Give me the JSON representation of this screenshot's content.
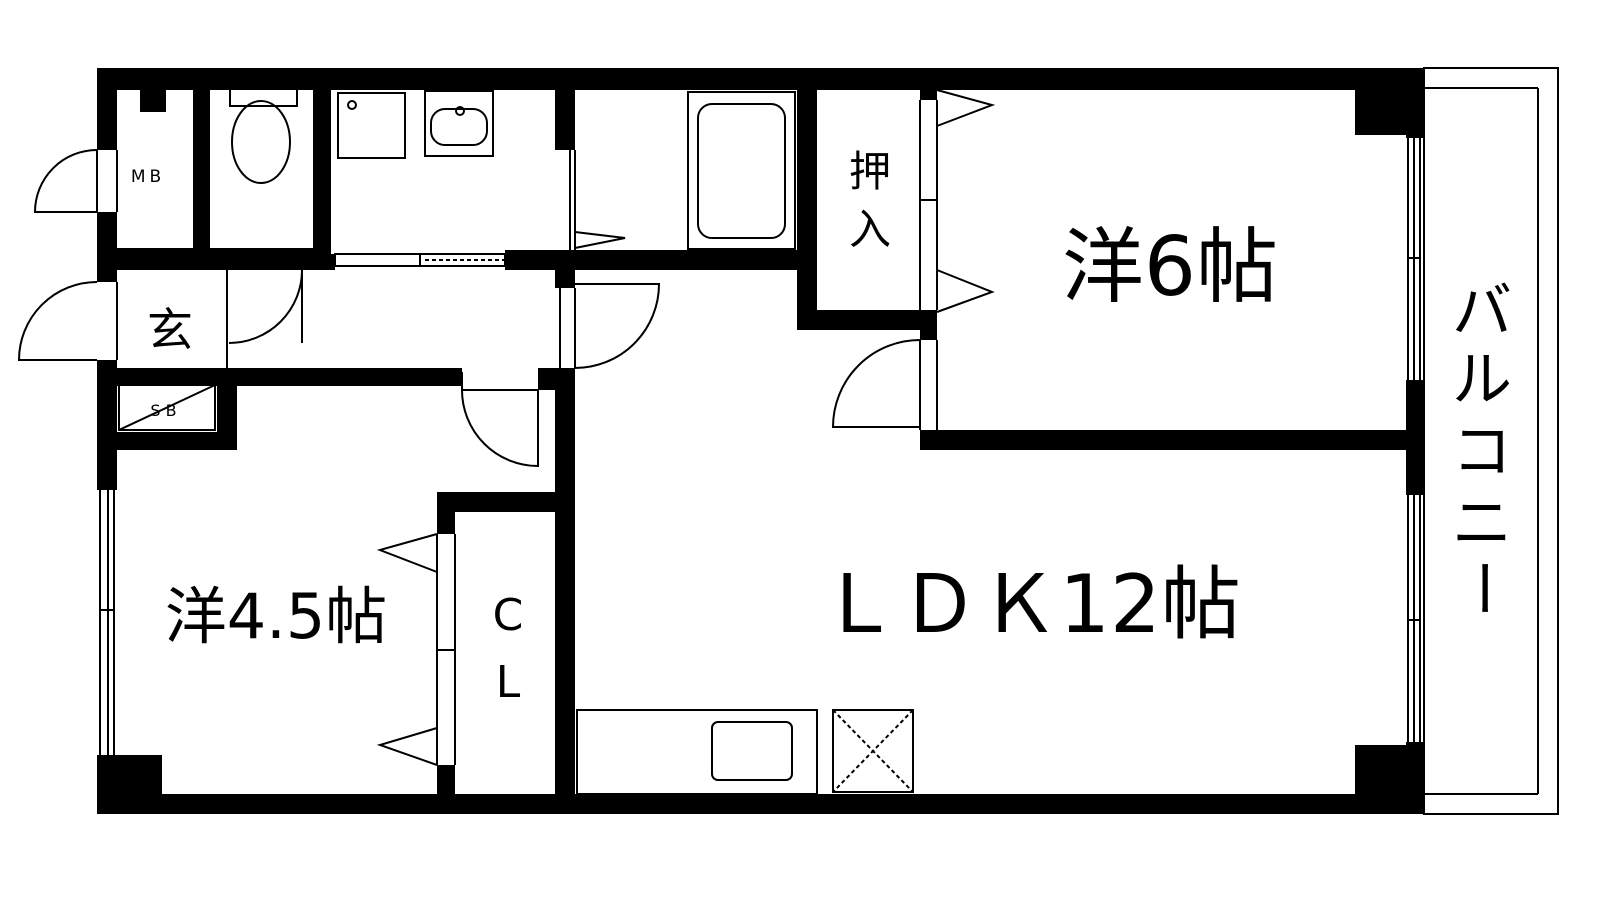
{
  "rooms": {
    "mb": "MB",
    "genkan": "玄",
    "sb": "SB",
    "oshiire_1": "押",
    "oshiire_2": "入",
    "western_6": "洋6帖",
    "western_45": "洋4.5帖",
    "cl_1": "C",
    "cl_2": "L",
    "ldk": "ＬＤＫ12帖"
  },
  "balcony": {
    "chars": [
      "バ",
      "ル",
      "コ",
      "ニ",
      "ー"
    ]
  }
}
